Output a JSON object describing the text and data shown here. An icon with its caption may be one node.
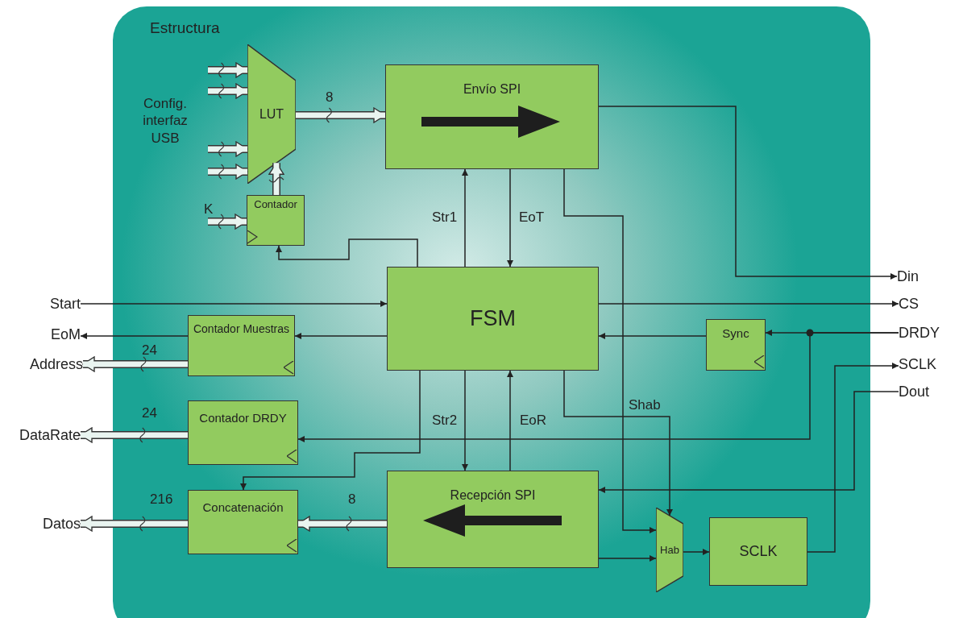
{
  "diagram": {
    "nodes": [
      {
        "text": [
          "Estructura"
        ]
      },
      {
        "text": [
          "LUT"
        ],
        "in": 0
      },
      {
        "text": [
          "Contador"
        ],
        "in": 0
      },
      {
        "text": [
          "Envío SPI"
        ],
        "in": 0
      },
      {
        "text": [
          "FSM"
        ],
        "in": 0
      },
      {
        "text": [
          "Contador Muestras"
        ],
        "in": 0
      },
      {
        "text": [
          "Contador DRDY"
        ],
        "in": 0
      },
      {
        "text": [
          "Concatenación"
        ],
        "in": 0
      },
      {
        "text": [
          "Recepción SPI"
        ],
        "in": 0
      },
      {
        "text": [
          "Sync"
        ],
        "in": 0
      },
      {
        "text": [
          "Hab"
        ],
        "in": 0
      },
      {
        "text": [
          "SCLK"
        ],
        "in": 0
      },
      {
        "text": [
          "Start"
        ]
      },
      {
        "text": [
          "EoM"
        ]
      },
      {
        "text": [
          "Address"
        ]
      },
      {
        "text": [
          "DataRate"
        ]
      },
      {
        "text": [
          "Datos"
        ]
      },
      {
        "text": [
          "Din"
        ]
      },
      {
        "text": [
          "CS"
        ]
      },
      {
        "text": [
          "DRDY"
        ]
      },
      {
        "text": [
          "SCLK"
        ]
      },
      {
        "text": [
          "Dout"
        ]
      }
    ],
    "edges": [
      {
        "from": null,
        "to": 1,
        "arrow": "to",
        "style": "thick"
      },
      {
        "from": null,
        "to": 1,
        "arrow": "to",
        "style": "thick"
      },
      {
        "from": null,
        "to": 1,
        "arrow": "to",
        "style": "thick"
      },
      {
        "from": null,
        "to": 1,
        "arrow": "to",
        "style": "thick"
      },
      {
        "from": null,
        "to": 2,
        "arrow": "to",
        "style": "thick",
        "label": "K"
      },
      {
        "from": 2,
        "to": 1,
        "arrow": "to",
        "style": "thick"
      },
      {
        "from": 1,
        "to": 3,
        "arrow": "to",
        "style": "thick",
        "label": "8"
      },
      {
        "from": 4,
        "to": 3,
        "arrow": "to",
        "label": "Str1"
      },
      {
        "from": 3,
        "to": 4,
        "arrow": "to",
        "label": "EoT"
      },
      {
        "from": 4,
        "to": 2,
        "arrow": "to"
      },
      {
        "from": 12,
        "to": 4,
        "arrow": "to"
      },
      {
        "from": 4,
        "to": 5,
        "arrow": "to"
      },
      {
        "from": 5,
        "to": 13,
        "arrow": "to"
      },
      {
        "from": 5,
        "to": 14,
        "arrow": "to",
        "style": "thick",
        "label": "24"
      },
      {
        "from": 6,
        "to": 15,
        "arrow": "to",
        "style": "thick",
        "label": "24"
      },
      {
        "from": 3,
        "to": 17,
        "arrow": "to"
      },
      {
        "from": 4,
        "to": 18,
        "arrow": "to"
      },
      {
        "from": 9,
        "to": 4,
        "arrow": "to"
      },
      {
        "from": 19,
        "to": 9,
        "arrow": "to"
      },
      {
        "from": 19,
        "to": 6,
        "arrow": "to"
      },
      {
        "from": 4,
        "to": 7,
        "arrow": "to"
      },
      {
        "from": 4,
        "to": 8,
        "arrow": "to",
        "label": "Str2"
      },
      {
        "from": 8,
        "to": 4,
        "arrow": "to",
        "label": "EoR"
      },
      {
        "from": 4,
        "to": 10,
        "arrow": "to",
        "label": "Shab"
      },
      {
        "from": 3,
        "to": 10,
        "arrow": "to"
      },
      {
        "from": 8,
        "to": 10,
        "arrow": "to"
      },
      {
        "from": 10,
        "to": 11,
        "arrow": "to"
      },
      {
        "from": 11,
        "to": 20,
        "arrow": "to"
      },
      {
        "from": 21,
        "to": 8,
        "arrow": "to"
      },
      {
        "from": 8,
        "to": 7,
        "arrow": "to",
        "style": "thick",
        "label": "8"
      },
      {
        "from": 7,
        "to": 16,
        "arrow": "to",
        "style": "thick",
        "label": "216"
      }
    ],
    "labels": [
      "Config. interfaz USB"
    ]
  }
}
